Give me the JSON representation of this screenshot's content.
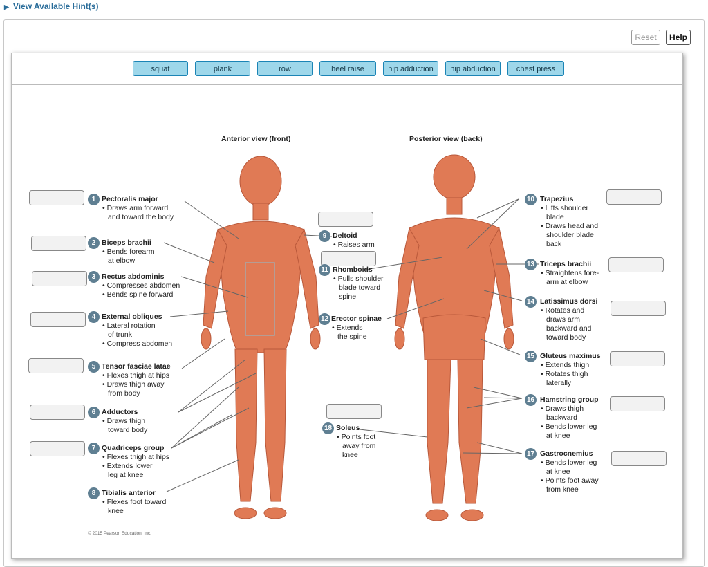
{
  "hint_label": "View Available Hint(s)",
  "reset_label": "Reset",
  "help_label": "Help",
  "chips": [
    "squat",
    "plank",
    "row",
    "heel raise",
    "hip adduction",
    "hip abduction",
    "chest press"
  ],
  "anterior_title": "Anterior view (front)",
  "posterior_title": "Posterior view (back)",
  "copyright": "© 2015 Pearson Education, Inc.",
  "muscles": [
    {
      "n": "1",
      "name": "Pectoralis major",
      "lines": [
        "• Draws arm forward",
        "and toward the body"
      ]
    },
    {
      "n": "2",
      "name": "Biceps brachii",
      "lines": [
        "• Bends forearm",
        "at elbow"
      ]
    },
    {
      "n": "3",
      "name": "Rectus abdominis",
      "lines": [
        "• Compresses abdomen",
        "• Bends spine forward"
      ]
    },
    {
      "n": "4",
      "name": "External obliques",
      "lines": [
        "• Lateral rotation",
        "of trunk",
        "• Compress abdomen"
      ]
    },
    {
      "n": "5",
      "name": "Tensor fasciae latae",
      "lines": [
        "• Flexes thigh at hips",
        "• Draws thigh away",
        "from body"
      ]
    },
    {
      "n": "6",
      "name": "Adductors",
      "lines": [
        "• Draws thigh",
        "toward body"
      ]
    },
    {
      "n": "7",
      "name": "Quadriceps group",
      "lines": [
        "• Flexes thigh at hips",
        "• Extends lower",
        "leg at knee"
      ]
    },
    {
      "n": "8",
      "name": "Tibialis anterior",
      "lines": [
        "• Flexes foot toward",
        "knee"
      ]
    },
    {
      "n": "9",
      "name": "Deltoid",
      "lines": [
        "• Raises arm"
      ]
    },
    {
      "n": "11",
      "name": "Rhomboids",
      "lines": [
        "• Pulls shoulder",
        "blade toward",
        "spine"
      ]
    },
    {
      "n": "12",
      "name": "Erector spinae",
      "lines": [
        "• Extends",
        "the spine"
      ]
    },
    {
      "n": "18",
      "name": "Soleus",
      "lines": [
        "• Points foot",
        "away from",
        "knee"
      ]
    },
    {
      "n": "10",
      "name": "Trapezius",
      "lines": [
        "• Lifts shoulder",
        "blade",
        "• Draws head and",
        "shoulder blade",
        "back"
      ]
    },
    {
      "n": "13",
      "name": "Triceps brachii",
      "lines": [
        "• Straightens fore-",
        "arm at elbow"
      ]
    },
    {
      "n": "14",
      "name": "Latissimus dorsi",
      "lines": [
        "• Rotates and",
        "draws arm",
        "backward and",
        "toward body"
      ]
    },
    {
      "n": "15",
      "name": "Gluteus maximus",
      "lines": [
        "• Extends thigh",
        "• Rotates thigh",
        "laterally"
      ]
    },
    {
      "n": "16",
      "name": "Hamstring group",
      "lines": [
        "• Draws thigh",
        "backward",
        "• Bends lower leg",
        "at knee"
      ]
    },
    {
      "n": "17",
      "name": "Gastrocnemius",
      "lines": [
        "• Bends lower leg",
        "at knee",
        "• Points foot away",
        "from knee"
      ]
    }
  ],
  "colors": {
    "chip_fill": "#9ed7ea",
    "chip_border": "#1b84b5",
    "muscle": "#e07a55",
    "skin": "#f2c4a8",
    "badge": "#5f7f92"
  }
}
